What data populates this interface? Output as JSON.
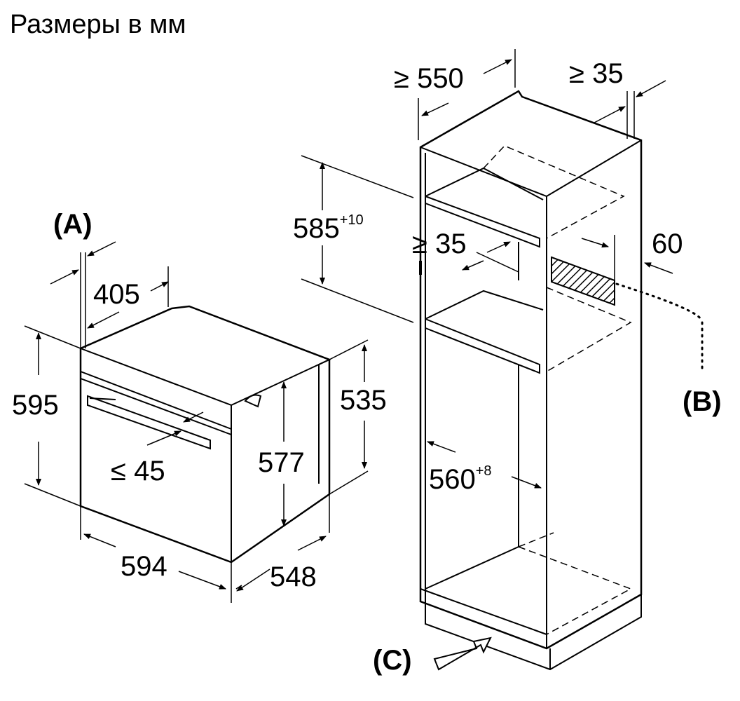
{
  "title": "Размеры в мм",
  "oven": {
    "label_a": "(A)",
    "depth_panel": "405",
    "height": "595",
    "gap": "≤ 45",
    "inner_height": "577",
    "side_height": "535",
    "width": "594",
    "depth": "548"
  },
  "cabinet": {
    "depth_min": "≥ 550",
    "back_gap": "≥ 35",
    "niche_height": "585",
    "niche_height_tol": "+10",
    "shelf_gap": "≥ 35",
    "vent_size": "60",
    "label_b": "(B)",
    "niche_width": "560",
    "niche_width_tol": "+8",
    "label_c": "(C)"
  }
}
